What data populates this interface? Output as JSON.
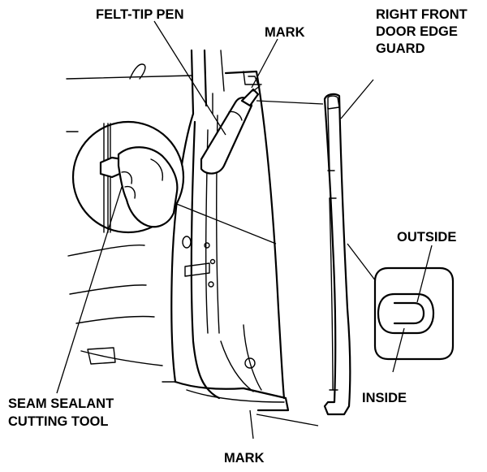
{
  "labels": {
    "felt_tip_pen": "FELT-TIP PEN",
    "mark_top": "MARK",
    "guard_line1": "RIGHT FRONT",
    "guard_line2": "DOOR EDGE",
    "guard_line3": "GUARD",
    "outside": "OUTSIDE",
    "inside": "INSIDE",
    "tool_line1": "SEAM SEALANT",
    "tool_line2": "CUTTING TOOL",
    "mark_bottom": "MARK"
  }
}
